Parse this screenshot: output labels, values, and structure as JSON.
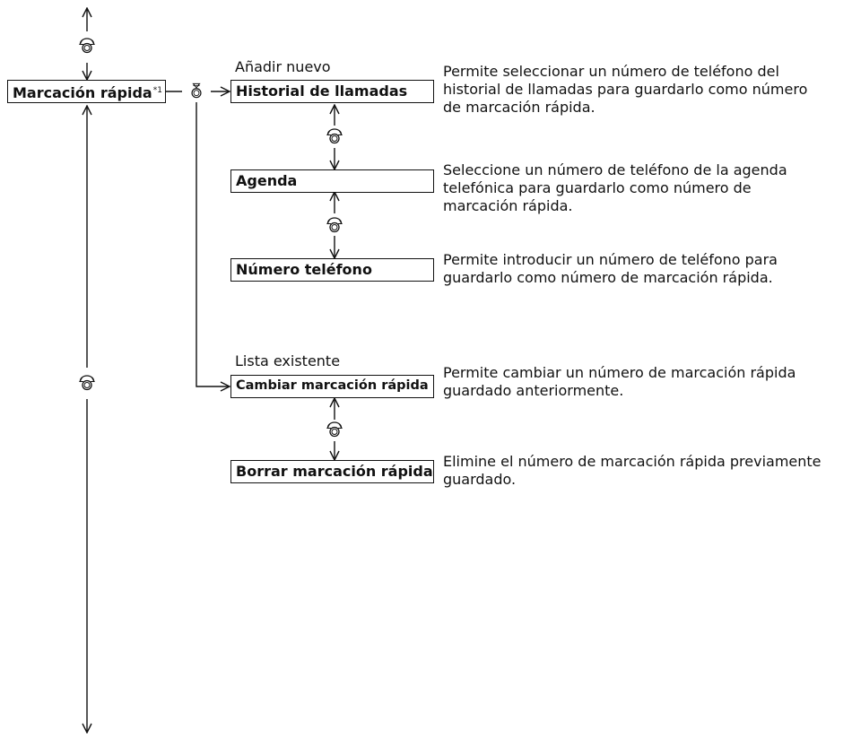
{
  "main_item": {
    "label": "Marcación rápida",
    "footnote": "*1"
  },
  "groups": {
    "add_new": "Añadir nuevo",
    "existing": "Lista existente"
  },
  "items": [
    {
      "label": "Historial de llamadas",
      "description": [
        "Permite seleccionar un número de teléfono del",
        "historial de llamadas para guardarlo como número",
        "de marcación rápida."
      ]
    },
    {
      "label": "Agenda",
      "description": [
        "Seleccione un número de teléfono de la agenda",
        "telefónica para guardarlo como número de",
        "marcación rápida."
      ]
    },
    {
      "label": "Número teléfono",
      "description": [
        "Permite introducir un número de teléfono para",
        "guardarlo como número de marcación rápida."
      ]
    },
    {
      "label": "Cambiar marcación rápida",
      "description": [
        "Permite cambiar un número de marcación rápida",
        "guardado anteriormente."
      ]
    },
    {
      "label": "Borrar marcación rápida",
      "description": [
        "Elimine el número de marcación rápida previamente",
        "guardado."
      ]
    }
  ],
  "icons": {
    "rotate": "rotate-knob-icon",
    "press": "press-knob-icon"
  }
}
